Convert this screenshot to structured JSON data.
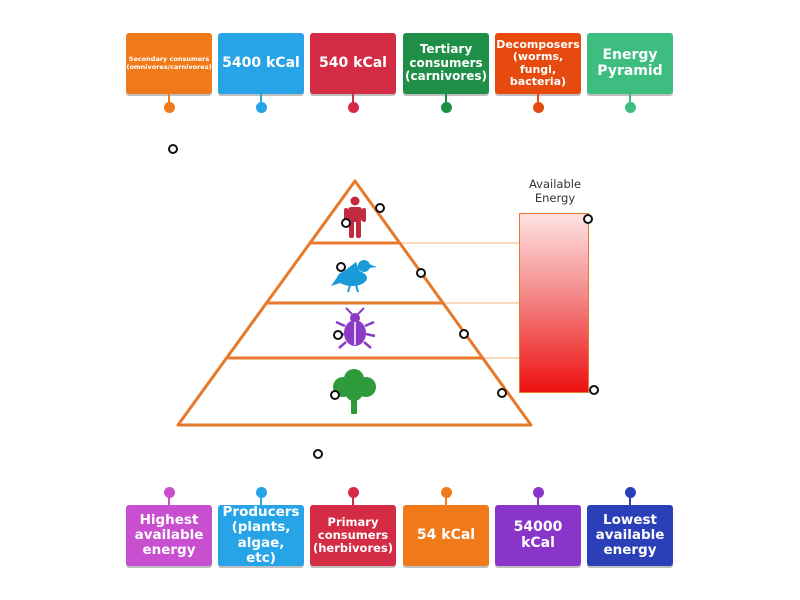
{
  "top_labels": [
    {
      "text": "Secondary consumers (omnivores/carnivores)",
      "color": "#f07a1a",
      "size": 6.5
    },
    {
      "text": "5400 kCal",
      "color": "#27a3e8",
      "size": 14
    },
    {
      "text": "540 kCal",
      "color": "#d42c44",
      "size": 14
    },
    {
      "text": "Tertiary consumers (carnivores)",
      "color": "#1f8f47",
      "size": 12
    },
    {
      "text": "Decomposers (worms, fungi, bacteria)",
      "color": "#e64a0e",
      "size": 11
    },
    {
      "text": "Energy Pyramid",
      "color": "#3dbd80",
      "size": 14
    }
  ],
  "bottom_labels": [
    {
      "text": "Highest available energy",
      "color": "#c84fcf",
      "size": 13.5
    },
    {
      "text": "Producers (plants, algae, etc)",
      "color": "#27a3e8",
      "size": 13.5
    },
    {
      "text": "Primary consumers (herbivores)",
      "color": "#d42c44",
      "size": 11.5
    },
    {
      "text": "54 kCal",
      "color": "#f07a1a",
      "size": 14
    },
    {
      "text": "54000 kCal",
      "color": "#8a35c9",
      "size": 14
    },
    {
      "text": "Lowest available energy",
      "color": "#2a3fb8",
      "size": 13.5
    }
  ],
  "diagram": {
    "energy_label": "Available Energy",
    "pyramid_color": "#e8782a",
    "icons": [
      "human-icon",
      "bird-icon",
      "beetle-icon",
      "tree-icon"
    ]
  }
}
